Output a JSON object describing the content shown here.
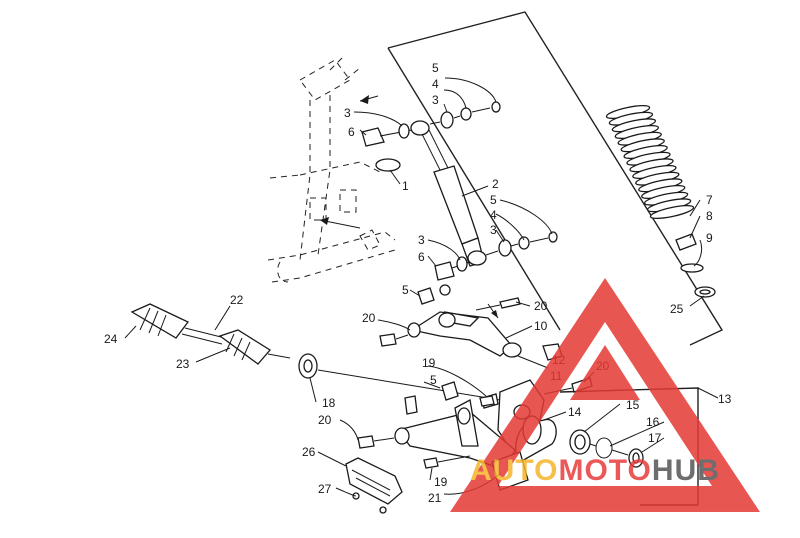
{
  "diagram": {
    "labels": [
      {
        "id": "5-top",
        "text": "5"
      },
      {
        "id": "4-top",
        "text": "4"
      },
      {
        "id": "3-top-right",
        "text": "3"
      },
      {
        "id": "3-top-left",
        "text": "3"
      },
      {
        "id": "6-top",
        "text": "6"
      },
      {
        "id": "1",
        "text": "1"
      },
      {
        "id": "2",
        "text": "2"
      },
      {
        "id": "5-mid",
        "text": "5"
      },
      {
        "id": "4-mid",
        "text": "4"
      },
      {
        "id": "3-mid-right",
        "text": "3"
      },
      {
        "id": "3-mid-left",
        "text": "3"
      },
      {
        "id": "6-mid",
        "text": "6"
      },
      {
        "id": "5-upper-arm",
        "text": "5"
      },
      {
        "id": "20-upper-right",
        "text": "20"
      },
      {
        "id": "20-upper-left",
        "text": "20"
      },
      {
        "id": "10",
        "text": "10"
      },
      {
        "id": "22",
        "text": "22"
      },
      {
        "id": "24",
        "text": "24"
      },
      {
        "id": "23",
        "text": "23"
      },
      {
        "id": "12",
        "text": "12"
      },
      {
        "id": "11",
        "text": "11"
      },
      {
        "id": "19-upper",
        "text": "19"
      },
      {
        "id": "20-spindle",
        "text": "20"
      },
      {
        "id": "5-lower",
        "text": "5"
      },
      {
        "id": "18",
        "text": "18"
      },
      {
        "id": "14",
        "text": "14"
      },
      {
        "id": "15",
        "text": "15"
      },
      {
        "id": "16",
        "text": "16"
      },
      {
        "id": "17",
        "text": "17"
      },
      {
        "id": "13",
        "text": "13"
      },
      {
        "id": "20-lower",
        "text": "20"
      },
      {
        "id": "26",
        "text": "26"
      },
      {
        "id": "19-lower",
        "text": "19"
      },
      {
        "id": "27",
        "text": "27"
      },
      {
        "id": "21",
        "text": "21"
      },
      {
        "id": "7",
        "text": "7"
      },
      {
        "id": "8",
        "text": "8"
      },
      {
        "id": "9",
        "text": "9"
      },
      {
        "id": "25",
        "text": "25"
      }
    ]
  },
  "watermark": {
    "part1": "AUTO",
    "part2": "MOTO",
    "part3": "HUB",
    "color_part1": "#f5b52a",
    "color_part2": "#e83c3c",
    "color_part3": "#555555",
    "triangle_color": "#e53935"
  }
}
